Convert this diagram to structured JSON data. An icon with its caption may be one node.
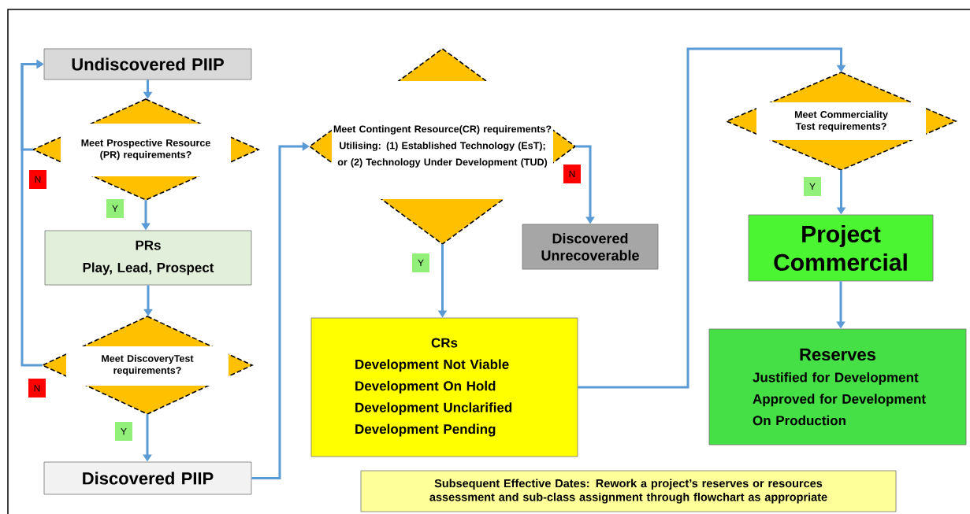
{
  "diagram": {
    "nodes": [
      {
        "text": [
          "Undiscovered PIIP"
        ]
      },
      {
        "text": [
          "Meet Prospective Resource (PR) requirements?"
        ]
      },
      {
        "text": [
          "PRs",
          "Play, Lead, Prospect"
        ]
      },
      {
        "text": [
          "Meet DiscoveryTest requirements?"
        ]
      },
      {
        "text": [
          "Discovered PIIP"
        ]
      },
      {
        "text": [
          "Meet Contingent Resource(CR) requirements?",
          "Utilising: (1) Established Technology (EsT);",
          "or (2) Technology Under Development (TUD)"
        ]
      },
      {
        "text": [
          "Discovered Unrecoverable"
        ]
      },
      {
        "text": [
          "CRs",
          "Development Not Viable",
          "Development On Hold",
          "Development Unclarified",
          "Development Pending"
        ]
      },
      {
        "text": [
          "Meet Commerciality Test requirements?"
        ]
      },
      {
        "text": [
          "Project Commercial"
        ]
      },
      {
        "text": [
          "Reserves",
          "Justified for Development",
          "Approved for Development",
          "On Production"
        ]
      },
      {
        "text": [
          "Subsequent Effective Dates: Rework a project’s reserves or resources assessment and sub-class assignment through flowchart as appropriate"
        ]
      }
    ],
    "edges": [
      {
        "from": 0,
        "to": 1,
        "arrow": "to"
      },
      {
        "from": 1,
        "to": 2,
        "arrow": "to",
        "label": "Y"
      },
      {
        "from": 2,
        "to": 3,
        "arrow": "to"
      },
      {
        "from": 3,
        "to": 4,
        "arrow": "to",
        "label": "Y"
      },
      {
        "from": 1,
        "to": 0,
        "arrow": "to",
        "label": "N"
      },
      {
        "from": 3,
        "to": 0,
        "arrow": "to",
        "label": "N"
      },
      {
        "from": 4,
        "to": 5,
        "arrow": "to"
      },
      {
        "from": 5,
        "to": 6,
        "arrow": "to",
        "label": "N"
      },
      {
        "from": 5,
        "to": 7,
        "arrow": "to",
        "label": "Y"
      },
      {
        "from": 7,
        "to": 8,
        "arrow": "to"
      },
      {
        "from": 8,
        "to": 9,
        "arrow": "to",
        "label": "Y"
      },
      {
        "from": 9,
        "to": 10,
        "arrow": "to"
      }
    ]
  }
}
